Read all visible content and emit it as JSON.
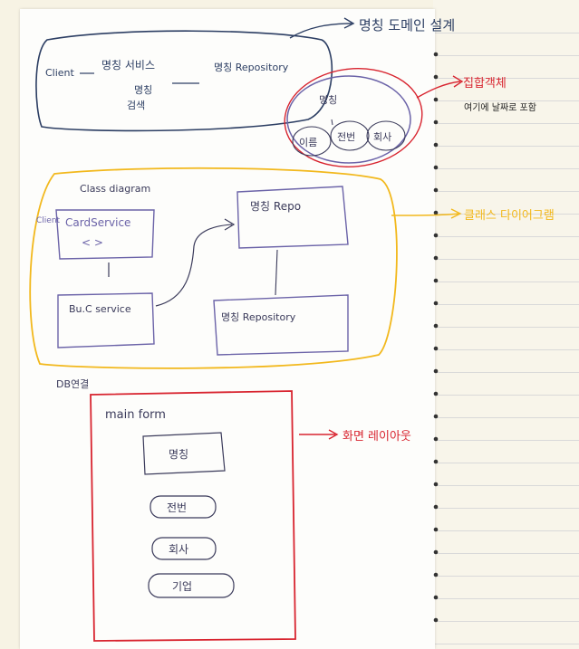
{
  "domain_model": {
    "title": "명칭 도메인 설계",
    "client": "Client",
    "service": "명칭 서비스",
    "repository": "명칭 Repository",
    "service_sub1": "명칭",
    "service_sub2": "검색"
  },
  "aggregate": {
    "title": "명칭",
    "items": [
      "이름",
      "전번",
      "회사"
    ],
    "annotation": "집합객체",
    "note": "여기에 날짜로 포함"
  },
  "class_diagram": {
    "title": "Class diagram",
    "annotation": "클래스 다이어그램",
    "card_service": "CardService",
    "card_service_stereotype": "<  >",
    "card_service_prefix": "Client",
    "bc_service": "Bu.C service",
    "repo_interface": "명칭 Repo",
    "repo_impl": "명칭 Repository"
  },
  "screen_layout": {
    "header_label": "DB연결",
    "title": "main form",
    "annotation": "화면 레이아웃",
    "buttons": [
      "명칭",
      "전번",
      "회사",
      "기업"
    ]
  },
  "colors": {
    "navy": "#2c3e63",
    "red": "#d8242f",
    "yellow": "#f2b81c",
    "violet": "#6b63a8",
    "ink": "#3a3a5a"
  }
}
